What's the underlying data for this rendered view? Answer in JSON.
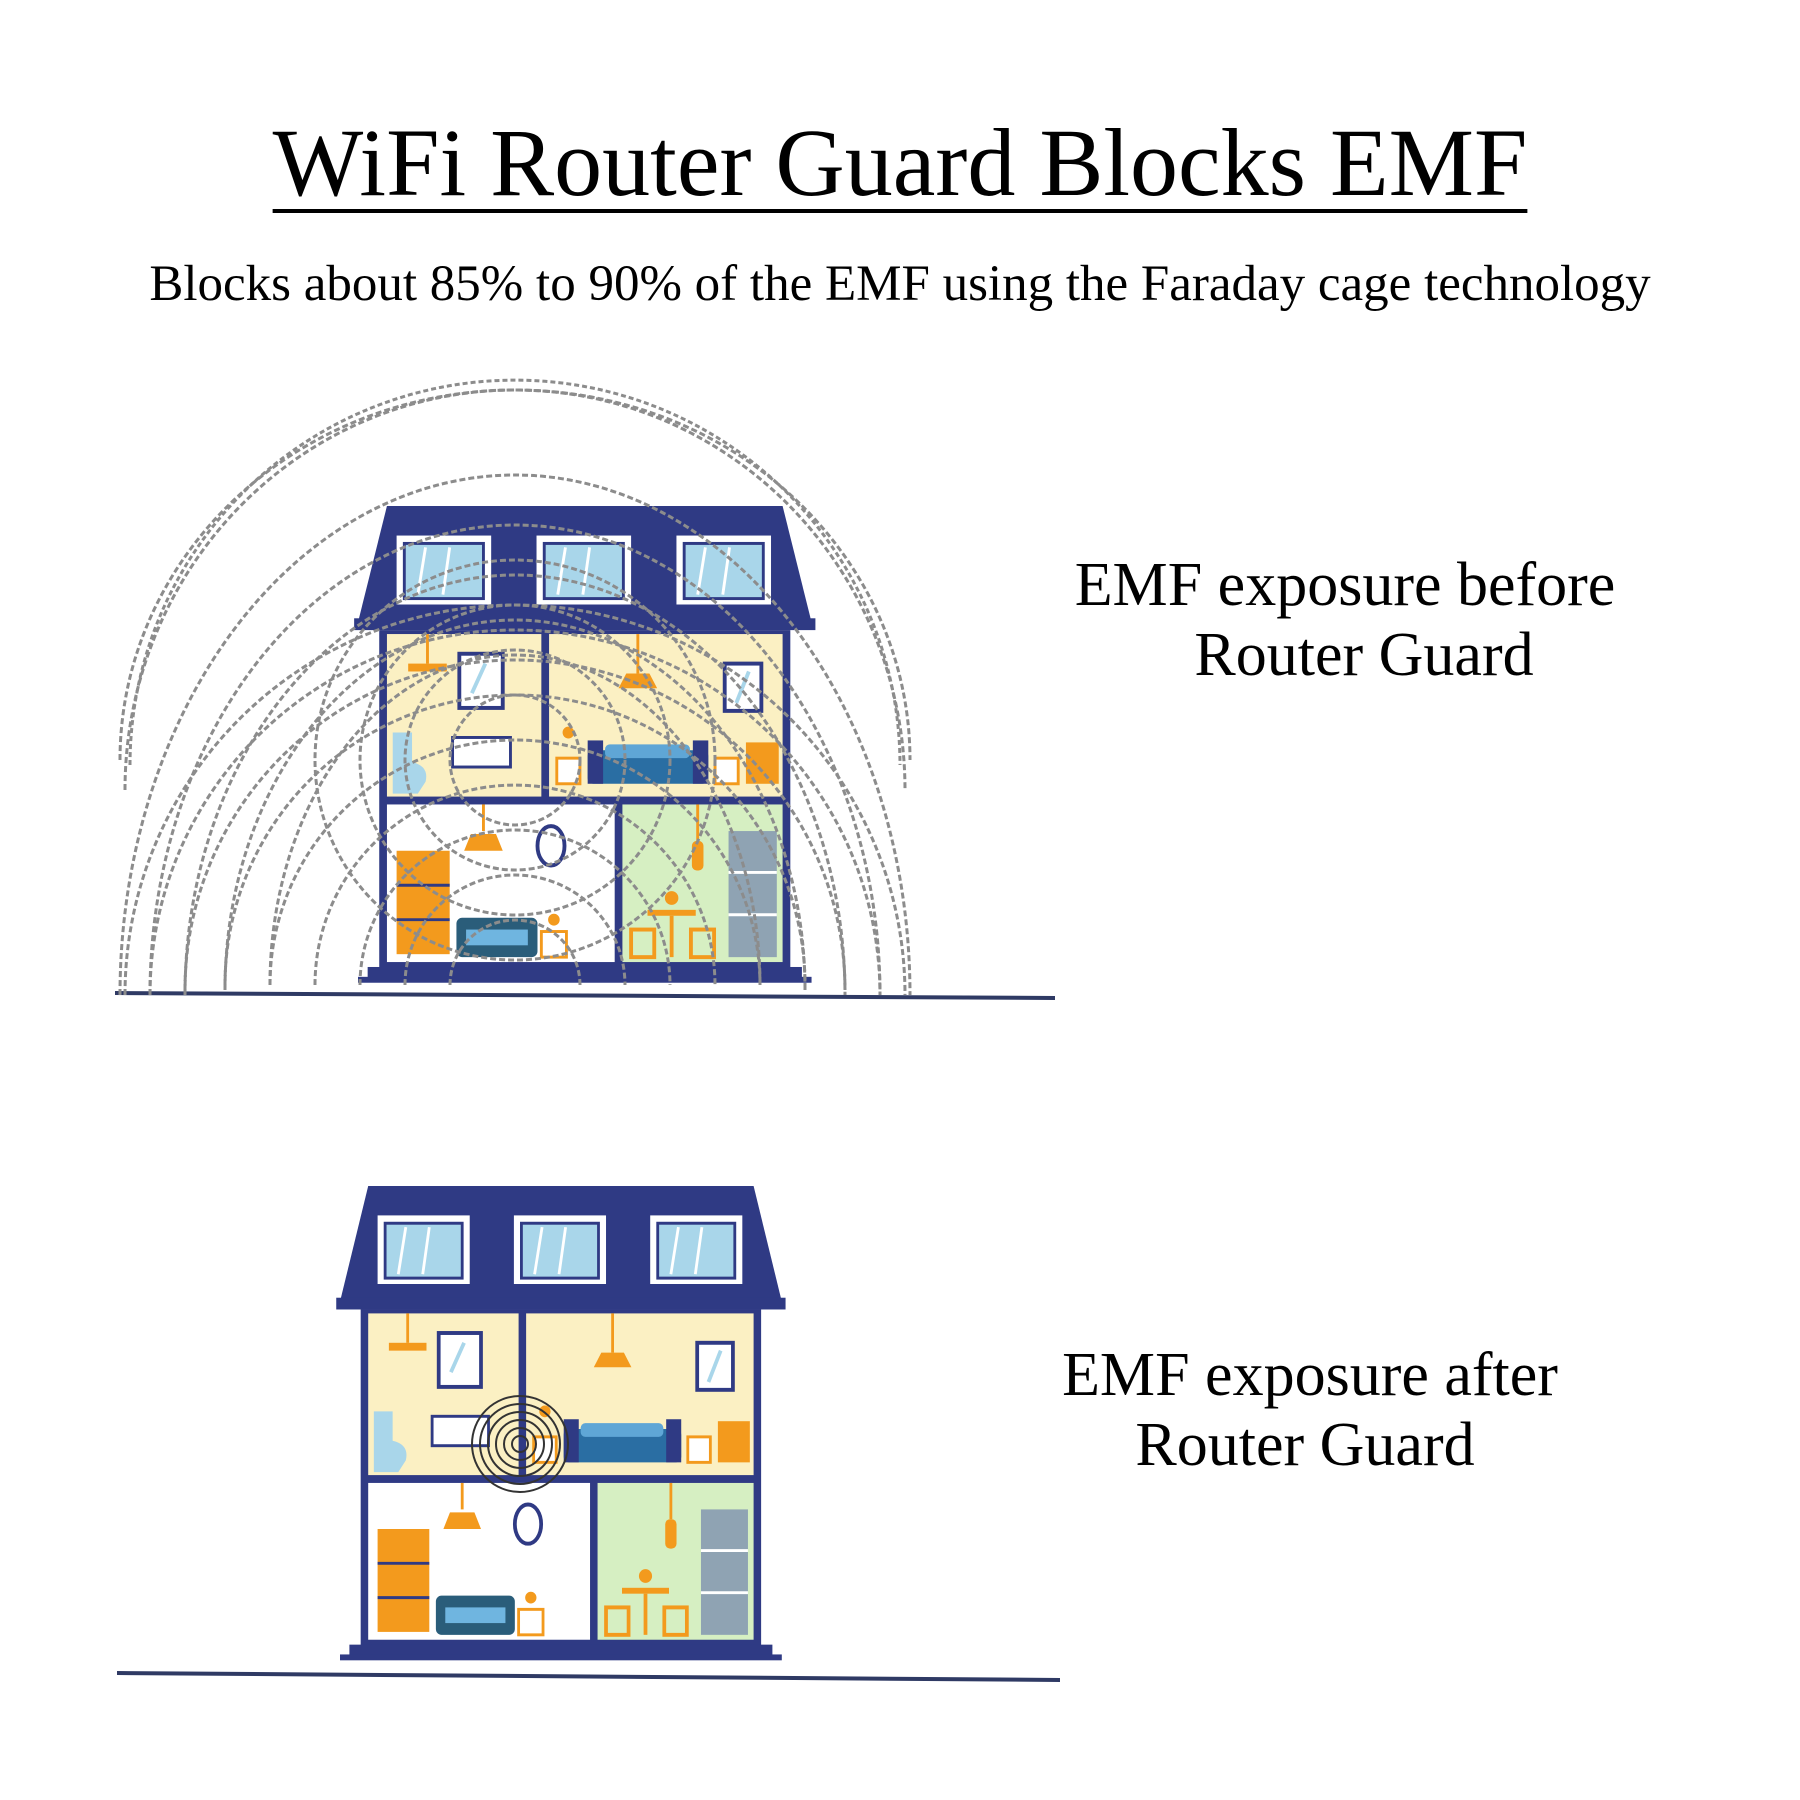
{
  "title": "WiFi Router Guard Blocks EMF",
  "subtitle": "Blocks about 85% to 90% of the EMF using the Faraday cage technology",
  "before": {
    "caption_line1": "EMF exposure before",
    "caption_line2": "Router Guard"
  },
  "after": {
    "caption_line1": "EMF exposure after",
    "caption_line2": "Router Guard"
  },
  "colors": {
    "roof": "#2f3a84",
    "wall_frame": "#2f3a84",
    "window_glass": "#a9d6ea",
    "bathroom_wall": "#fbf0c3",
    "bedroom_wall": "#fbf0c3",
    "living_wall": "#ffffff",
    "kitchen_wall": "#d6efc2",
    "furniture_orange": "#f39a1d",
    "sofa_blue": "#2a6ea3",
    "emf_rings": "#8c8c8c",
    "ground": "#2f3a64"
  },
  "icons": {
    "house": "house-cutaway-illustration",
    "signal": "emf-signal-rings"
  }
}
